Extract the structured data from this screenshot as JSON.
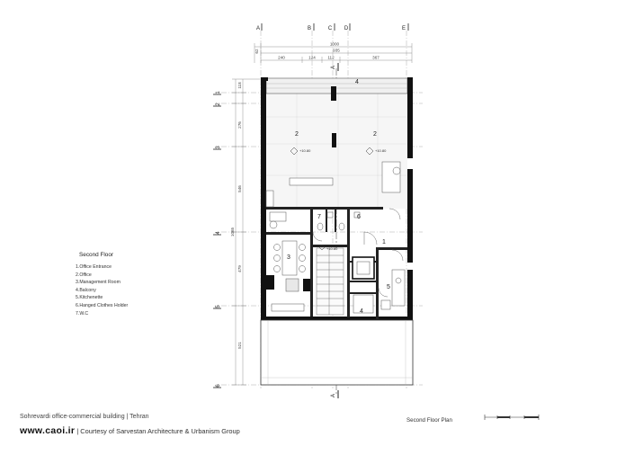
{
  "grid": {
    "columns": [
      "A",
      "B",
      "C",
      "D",
      "E"
    ],
    "rows": [
      "1",
      "2",
      "3",
      "4",
      "5",
      "6"
    ]
  },
  "dimensions": {
    "overall": "1000",
    "overall_inner": "935",
    "left_margin": "62",
    "segments": [
      "240",
      "124",
      "112",
      "367"
    ],
    "vertical": [
      "118",
      "276",
      "546",
      "1065",
      "479",
      "521"
    ]
  },
  "levels": [
    "+10.80",
    "+10.80",
    "+10.80"
  ],
  "section_marks": [
    "A",
    "A"
  ],
  "room_numbers": [
    "1",
    "2",
    "2",
    "3",
    "4",
    "4",
    "5",
    "6",
    "7"
  ],
  "legend": {
    "title": "Second Floor",
    "items": [
      "1.Office Entrance",
      "2.Office",
      "3.Management Room",
      "4.Balcony",
      "5.Kitchenette",
      "6.Hanged Clothes Holder",
      "7.W.C"
    ]
  },
  "caption": {
    "project": "Sohrevardi office-commercial building  |  Tehran",
    "site": "www.caoi.ir",
    "credit": " |  Courtesy of Sarvestan Architecture & Urbanism Group"
  },
  "plan_title": "Second Floor Plan"
}
